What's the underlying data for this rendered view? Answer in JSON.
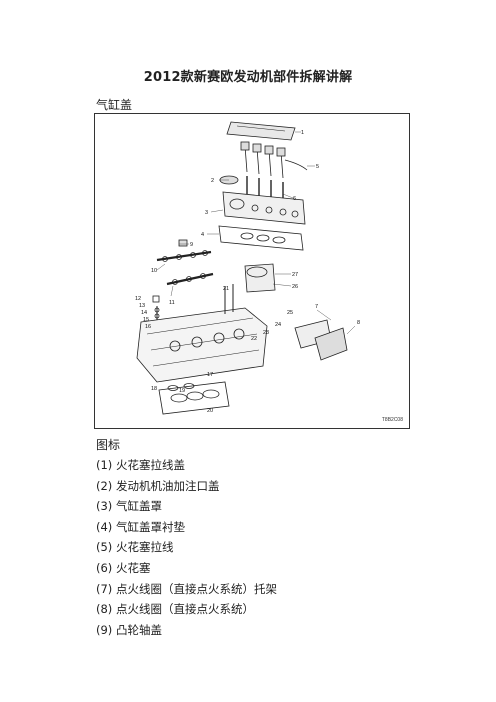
{
  "document": {
    "title": "2012款新赛欧发动机部件拆解讲解",
    "section": "气缸盖",
    "figure_code": "T8B2C08",
    "legend_heading": "图标",
    "legend_items": [
      "(1) 火花塞拉线盖",
      "(2) 发动机机油加注口盖",
      "(3) 气缸盖罩",
      "(4) 气缸盖罩衬垫",
      "(5) 火花塞拉线",
      "(6) 火花塞",
      "(7) 点火线圈（直接点火系统）托架",
      "(8) 点火线圈（直接点火系统）",
      "(9) 凸轮轴盖"
    ],
    "callouts": [
      "1",
      "2",
      "3",
      "4",
      "5",
      "6",
      "7",
      "8",
      "9",
      "10",
      "11",
      "12",
      "13",
      "14",
      "15",
      "16",
      "17",
      "18",
      "19",
      "20",
      "21",
      "22",
      "23",
      "24",
      "25",
      "26",
      "27"
    ]
  }
}
